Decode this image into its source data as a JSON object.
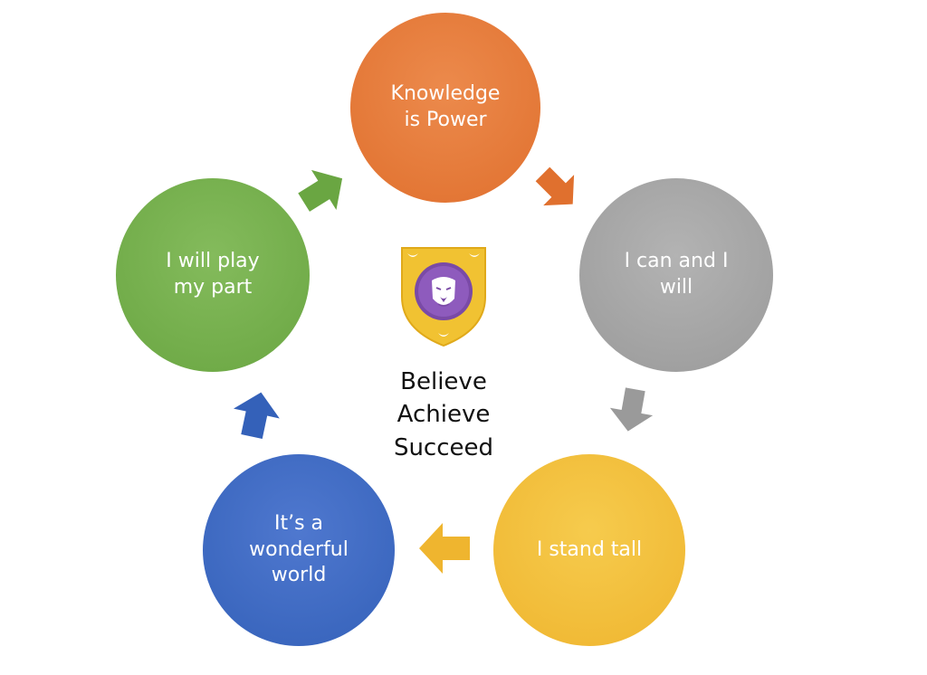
{
  "diagram": {
    "nodes": [
      {
        "id": "knowledge",
        "label": "Knowledge\nis Power",
        "color": "#e0702e"
      },
      {
        "id": "ican",
        "label": "I can and I\nwill",
        "color": "#a6a6a6"
      },
      {
        "id": "stand",
        "label": "I stand tall",
        "color": "#efb52f"
      },
      {
        "id": "wonder",
        "label": "It’s a\nwonderful\nworld",
        "color": "#3461b9"
      },
      {
        "id": "play",
        "label": "I will play\nmy part",
        "color": "#6aa642"
      }
    ],
    "center": {
      "motto": [
        "Believe",
        "Achieve",
        "Succeed"
      ],
      "crest_icon": "lion-shield-crest"
    },
    "flow": [
      "knowledge",
      "ican",
      "stand",
      "wonder",
      "play",
      "knowledge"
    ]
  }
}
